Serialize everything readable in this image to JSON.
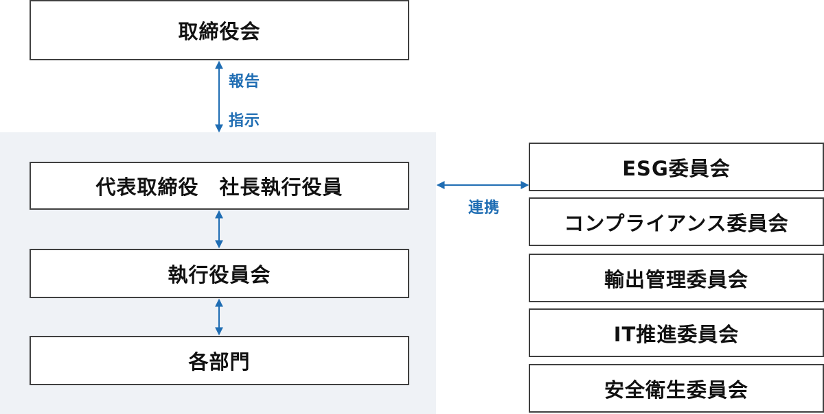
{
  "colors": {
    "box_border": "#404040",
    "panel_background": "#eff2f6",
    "arrow": "#1f6db3",
    "label": "#1f6db3",
    "text": "#111111"
  },
  "board": {
    "label": "取締役会"
  },
  "board_link": {
    "report_label": "報告",
    "instruct_label": "指示"
  },
  "executive": {
    "president": "代表取締役　社長執行役員",
    "officers_meeting": "執行役員会",
    "departments": "各部門"
  },
  "collaboration_label": "連携",
  "committees": [
    {
      "label": "ESG委員会"
    },
    {
      "label": "コンプライアンス委員会"
    },
    {
      "label": "輸出管理委員会"
    },
    {
      "label": "IT推進委員会"
    },
    {
      "label": "安全衛生委員会"
    }
  ]
}
